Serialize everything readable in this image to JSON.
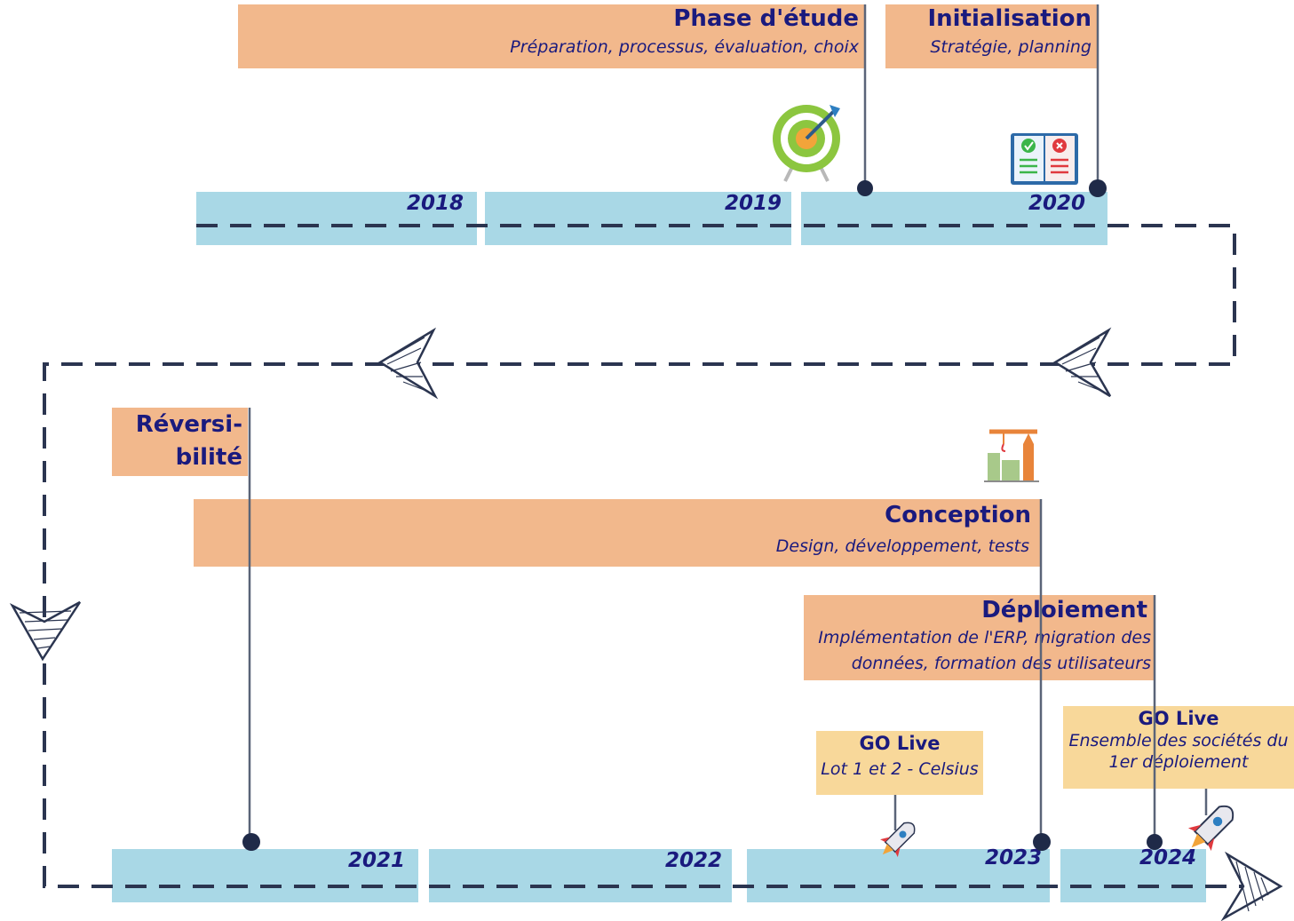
{
  "timeline": {
    "years": [
      "2018",
      "2019",
      "2020",
      "2021",
      "2022",
      "2023",
      "2024"
    ]
  },
  "phases": {
    "etude": {
      "title": "Phase d'étude",
      "subtitle": "Préparation, processus, évaluation, choix"
    },
    "init": {
      "title": "Initialisation",
      "subtitle": "Stratégie, planning"
    },
    "reversibilite": {
      "title_line1": "Réversi-",
      "title_line2": "bilité"
    },
    "conception": {
      "title": "Conception",
      "subtitle": "Design, développement, tests"
    },
    "deploiement": {
      "title": "Déploiement",
      "subtitle_line1": "Implémentation de l'ERP, migration des",
      "subtitle_line2": "données, formation des utilisateurs"
    }
  },
  "golive": {
    "first": {
      "title": "GO Live",
      "subtitle": "Lot 1 et 2 - Celsius"
    },
    "second": {
      "title": "GO Live",
      "subtitle_line1": "Ensemble des sociétés du",
      "subtitle_line2": "1er déploiement"
    }
  },
  "icons": [
    "target-icon",
    "checklist-icon",
    "crane-icon",
    "rocket-icon",
    "rocket-icon",
    "arrow-left-icon",
    "arrow-left-icon",
    "arrow-down-icon",
    "arrow-right-icon"
  ],
  "colors": {
    "yearbar": "#a9d8e6",
    "phase": "#f2b88c",
    "golive": "#f8d89a",
    "text": "#1a1a7e",
    "line": "#2b3550"
  }
}
